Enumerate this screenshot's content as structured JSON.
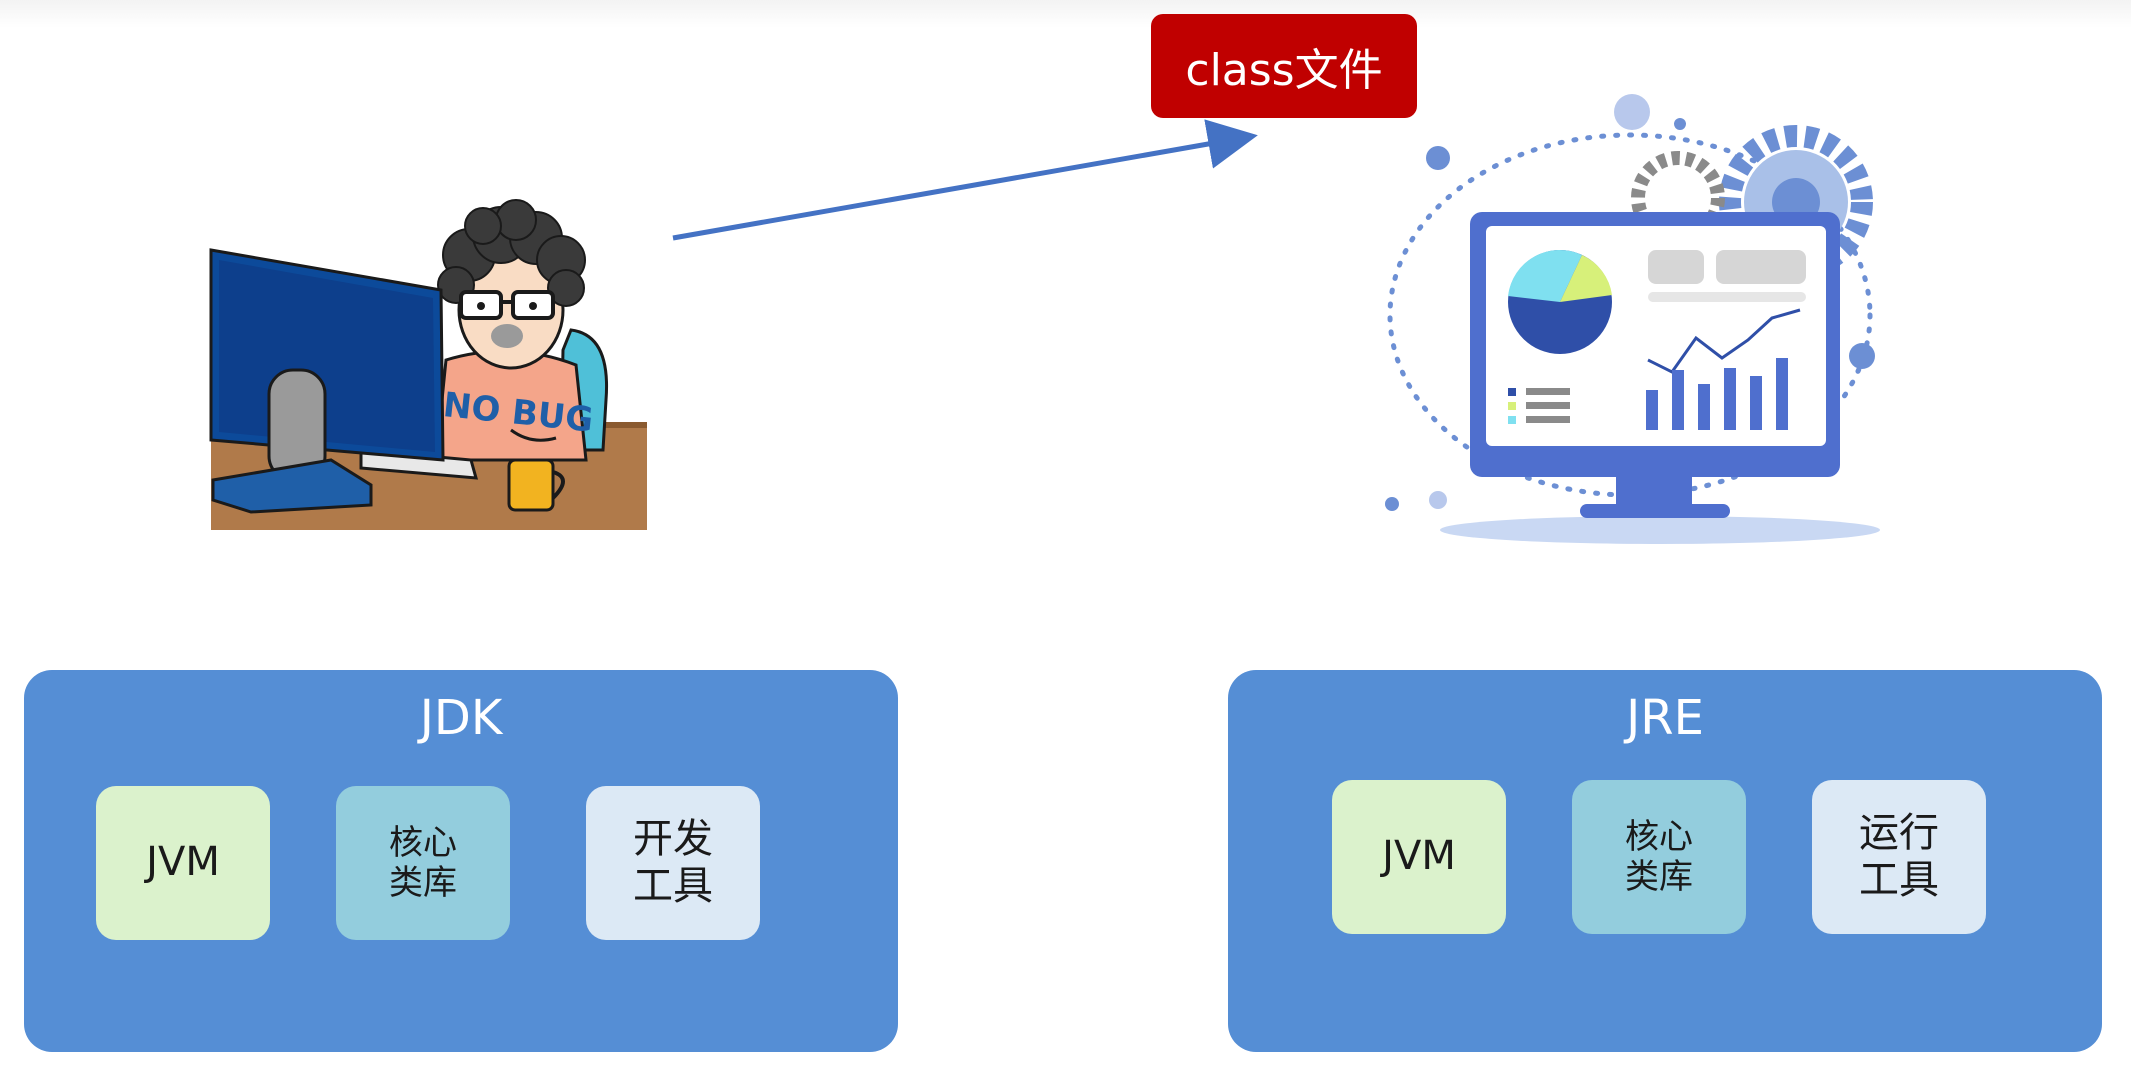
{
  "class_file": {
    "label": "class文件"
  },
  "jdk": {
    "title": "JDK",
    "items": [
      {
        "lines": [
          "JVM"
        ]
      },
      {
        "lines": [
          "核心",
          "类库"
        ]
      },
      {
        "lines": [
          "开发",
          "工具"
        ]
      }
    ]
  },
  "jre": {
    "title": "JRE",
    "items": [
      {
        "lines": [
          "JVM"
        ]
      },
      {
        "lines": [
          "核心",
          "类库"
        ]
      },
      {
        "lines": [
          "运行",
          "工具"
        ]
      }
    ]
  },
  "developer_illustration": {
    "shirt_text": "NO BUG"
  },
  "colors": {
    "box": "#558ed5",
    "jvm_tile": "#dbf2cc",
    "core_tile": "#93cddd",
    "tools_tile": "#dce9f5",
    "class_label": "#c00000",
    "arrow": "#4472c4"
  },
  "icons": [
    "developer-illustration",
    "computer-dashboard-illustration",
    "arrow"
  ]
}
